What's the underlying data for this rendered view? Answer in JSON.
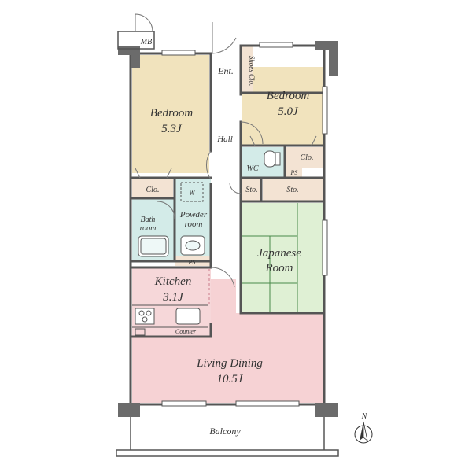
{
  "rooms": {
    "mb": "MB",
    "entrance": "Ent.",
    "shoes_closet": "Shoes Clo.",
    "bedroom_west": {
      "name": "Bedroom",
      "size": "5.3J"
    },
    "bedroom_east": {
      "name": "Bedroom",
      "size": "5.0J"
    },
    "hall": "Hall",
    "wc": "WC",
    "closet_east": "Clo.",
    "ps_east": "PS",
    "storage_small": "Sto.",
    "storage_large": "Sto.",
    "closet_west": "Clo.",
    "washer": "W",
    "bath": {
      "line1": "Bath",
      "line2": "room"
    },
    "powder": {
      "line1": "Powder",
      "line2": "room"
    },
    "ps_west": "PS",
    "japanese": {
      "line1": "Japanese",
      "line2": "Room"
    },
    "kitchen": {
      "name": "Kitchen",
      "size": "3.1J"
    },
    "counter": "Counter",
    "living": {
      "name": "Living Dining",
      "size": "10.5J"
    },
    "balcony": "Balcony"
  },
  "compass": {
    "label": "N"
  },
  "colors": {
    "bedroom": "#f1e3bd",
    "japanese": "#dff0d4",
    "wet": "#d3ebe8",
    "storage": "#f3e3d3",
    "kitchen": "#f6d7d9",
    "living": "#f6d2d4",
    "hall": "#ffffff",
    "wall": "#555555"
  }
}
